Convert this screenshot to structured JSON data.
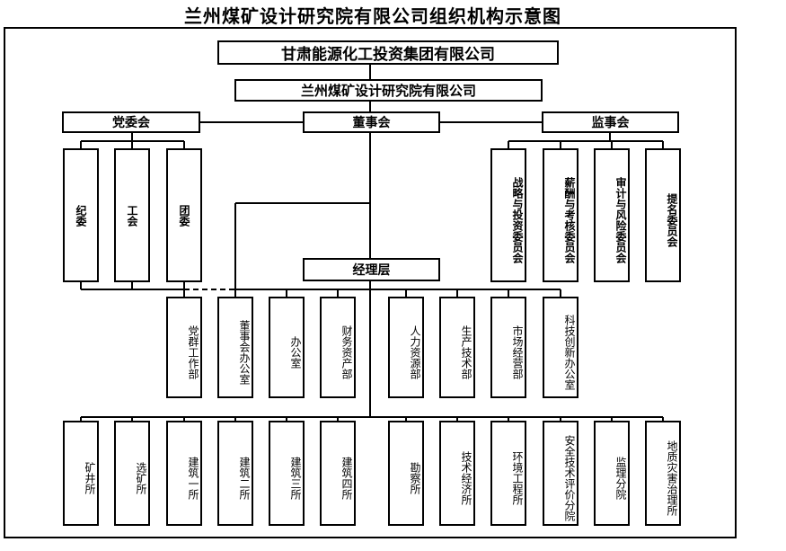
{
  "title": "兰州煤矿设计研究院有限公司组织机构示意图",
  "top": {
    "parent_company": "甘肃能源化工投资集团有限公司",
    "company": "兰州煤矿设计研究院有限公司"
  },
  "governance": {
    "party_committee": "党委会",
    "board": "董事会",
    "supervisory": "监事会",
    "management": "经理层"
  },
  "party_units": [
    "纪委",
    "工会",
    "团委"
  ],
  "board_committees": [
    "战略与投资委员会",
    "薪酬与考核委员会",
    "审计与风险委员会",
    "提名委员会"
  ],
  "departments": [
    "党群工作部",
    "董事会办公室",
    "办公室",
    "财务资产部",
    "人力资源部",
    "生产技术部",
    "市场经营部",
    "科技创新办公室"
  ],
  "institutes": [
    "矿井所",
    "选矿所",
    "建筑一所",
    "建筑二所",
    "建筑三所",
    "建筑四所",
    "勘察所",
    "技术经济所",
    "环境工程所",
    "安全技术评价分院",
    "监理分院",
    "地质灾害治理所"
  ]
}
